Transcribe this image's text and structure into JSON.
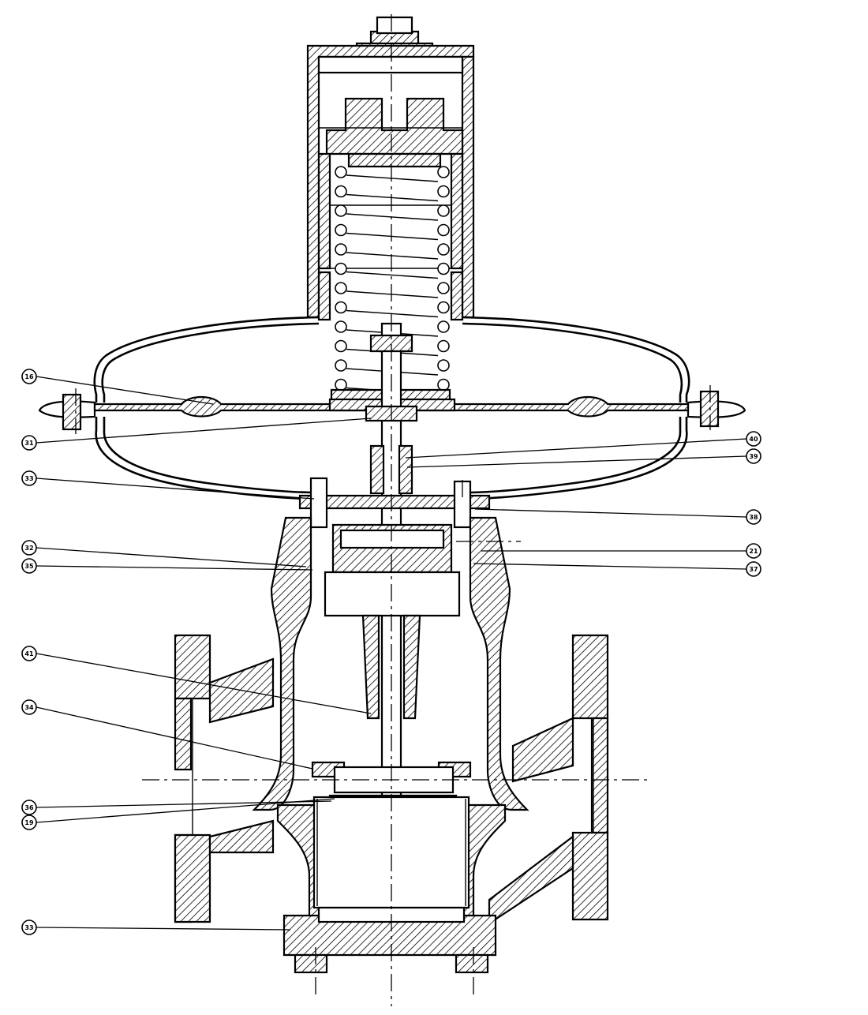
{
  "callouts": [
    {
      "label": "16",
      "side": "left"
    },
    {
      "label": "31",
      "side": "left"
    },
    {
      "label": "33",
      "side": "left"
    },
    {
      "label": "32",
      "side": "left"
    },
    {
      "label": "35",
      "side": "left"
    },
    {
      "label": "41",
      "side": "left"
    },
    {
      "label": "34",
      "side": "left"
    },
    {
      "label": "36",
      "side": "left"
    },
    {
      "label": "19",
      "side": "left"
    },
    {
      "label": "33",
      "side": "left"
    },
    {
      "label": "40",
      "side": "right"
    },
    {
      "label": "39",
      "side": "right"
    },
    {
      "label": "38",
      "side": "right"
    },
    {
      "label": "21",
      "side": "right"
    },
    {
      "label": "37",
      "side": "right"
    }
  ]
}
